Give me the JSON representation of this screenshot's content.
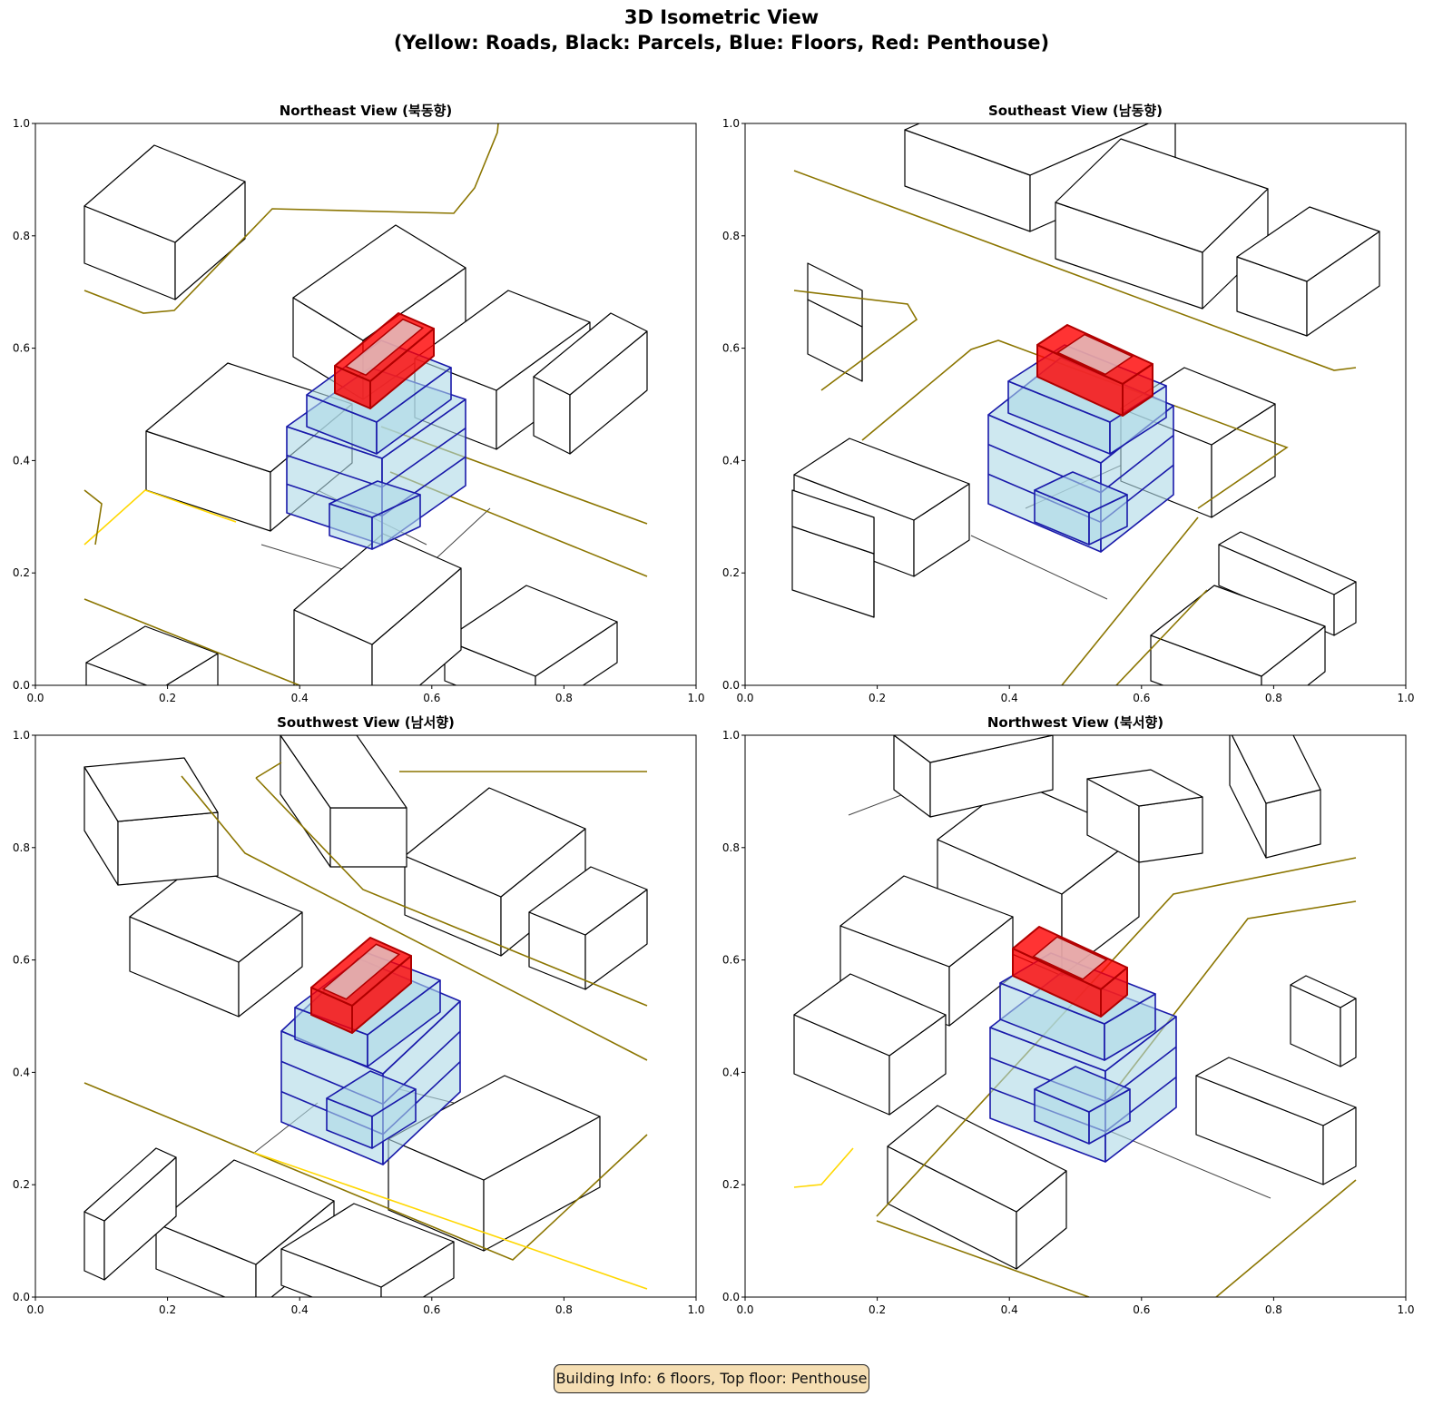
{
  "figure": {
    "title_line1": "3D Isometric View",
    "title_line2": "(Yellow: Roads, Black: Parcels, Blue: Floors, Red: Penthouse)",
    "info_box": "Building Info: 6 floors, Top floor: Penthouse"
  },
  "colors": {
    "road": "#ffd700",
    "road_dark": "#8b7500",
    "parcel": "#000000",
    "floor_fill": "#add8e6",
    "floor_edge": "#1a1aaa",
    "penthouse_fill": "#ff0000",
    "penthouse_edge": "#b00000",
    "info_bg": "#f5deb3"
  },
  "chart_data": [
    {
      "type": "diagram",
      "title": "Northeast View (북동향)",
      "xlim": [
        0,
        1
      ],
      "ylim": [
        0,
        1
      ],
      "xticks": [
        "0.0",
        "0.2",
        "0.4",
        "0.6",
        "0.8",
        "1.0"
      ],
      "yticks": [
        "0.0",
        "0.2",
        "0.4",
        "0.6",
        "0.8",
        "1.0"
      ]
    },
    {
      "type": "diagram",
      "title": "Southeast View (남동향)",
      "xlim": [
        0,
        1
      ],
      "ylim": [
        0,
        1
      ],
      "xticks": [
        "0.0",
        "0.2",
        "0.4",
        "0.6",
        "0.8",
        "1.0"
      ],
      "yticks": [
        "0.0",
        "0.2",
        "0.4",
        "0.6",
        "0.8",
        "1.0"
      ]
    },
    {
      "type": "diagram",
      "title": "Southwest View (남서향)",
      "xlim": [
        0,
        1
      ],
      "ylim": [
        0,
        1
      ],
      "xticks": [
        "0.0",
        "0.2",
        "0.4",
        "0.6",
        "0.8",
        "1.0"
      ],
      "yticks": [
        "0.0",
        "0.2",
        "0.4",
        "0.6",
        "0.8",
        "1.0"
      ]
    },
    {
      "type": "diagram",
      "title": "Northwest View (북서향)",
      "xlim": [
        0,
        1
      ],
      "ylim": [
        0,
        1
      ],
      "xticks": [
        "0.0",
        "0.2",
        "0.4",
        "0.6",
        "0.8",
        "1.0"
      ],
      "yticks": [
        "0.0",
        "0.2",
        "0.4",
        "0.6",
        "0.8",
        "1.0"
      ]
    }
  ]
}
